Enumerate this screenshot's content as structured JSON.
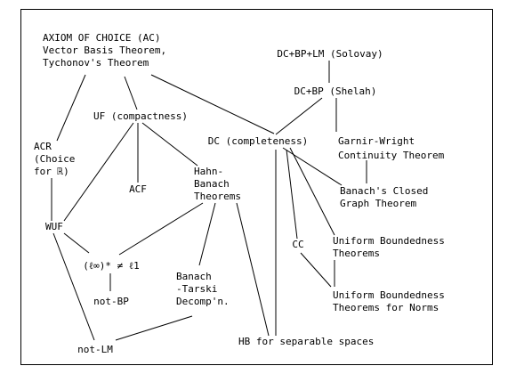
{
  "nodes": {
    "ac": {
      "lines": [
        "AXIOM OF CHOICE (AC)",
        "Vector Basis Theorem,",
        "Tychonov's Theorem"
      ]
    },
    "dc_bp_lm": {
      "lines": [
        "DC+BP+LM (Solovay)"
      ]
    },
    "dc_bp": {
      "lines": [
        "DC+BP (Shelah)"
      ]
    },
    "uf": {
      "lines": [
        "UF (compactness)"
      ]
    },
    "acr": {
      "lines": [
        "ACR",
        "(Choice",
        "for ℝ)"
      ]
    },
    "dc": {
      "lines": [
        "DC (completeness)"
      ]
    },
    "gw": {
      "lines": [
        "Garnir-Wright",
        "Continuity Theorem"
      ]
    },
    "acf": {
      "lines": [
        "ACF"
      ]
    },
    "hb": {
      "lines": [
        "Hahn-",
        "Banach",
        "Theorems"
      ]
    },
    "bcg": {
      "lines": [
        "Banach's Closed",
        "Graph Theorem"
      ]
    },
    "wuf": {
      "lines": [
        "WUF"
      ]
    },
    "lin": {
      "lines": [
        "(ℓ∞)* ≠ ℓ1"
      ]
    },
    "cc": {
      "lines": [
        "CC"
      ]
    },
    "ubt": {
      "lines": [
        "Uniform Boundedness",
        "Theorems"
      ]
    },
    "notbp": {
      "lines": [
        "not-BP"
      ]
    },
    "bt": {
      "lines": [
        "Banach",
        "-Tarski",
        "Decomp'n."
      ]
    },
    "ubn": {
      "lines": [
        "Uniform Boundedness",
        "Theorems for Norms"
      ]
    },
    "notlm": {
      "lines": [
        "not-LM"
      ]
    },
    "hbs": {
      "lines": [
        "HB for separable spaces"
      ]
    }
  }
}
